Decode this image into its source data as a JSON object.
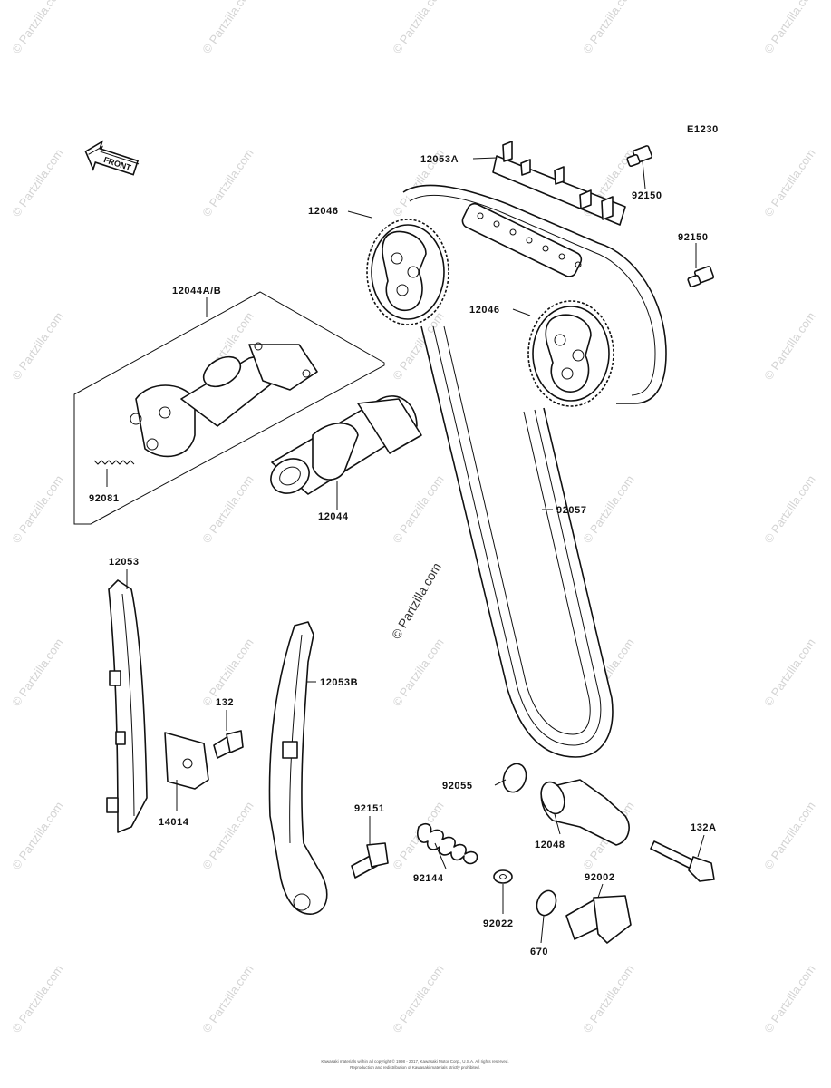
{
  "diagram_code": "E1230",
  "front_label": "FRONT",
  "center_watermark": "© Partzilla.com",
  "watermark_text": "© Partzilla.com",
  "footer_line1": "Kawasaki materials within all copyright © 1998 - 2017, Kawasaki Motor Corp., U.S.A. All rights reserved.",
  "footer_line2": "Reproduction and redistribution of Kawasaki materials strictly prohibited.",
  "parts": {
    "p12053A": "12053A",
    "p92150a": "92150",
    "p92150b": "92150",
    "p12046a": "12046",
    "p12046b": "12046",
    "p12044AB": "12044A/B",
    "p92081": "92081",
    "p12044": "12044",
    "p92057": "92057",
    "p12053": "12053",
    "p12053B": "12053B",
    "p132": "132",
    "p14014": "14014",
    "p92055": "92055",
    "p12048": "12048",
    "p132A": "132A",
    "p92151": "92151",
    "p92144": "92144",
    "p92022": "92022",
    "p92002": "92002",
    "p670": "670"
  }
}
